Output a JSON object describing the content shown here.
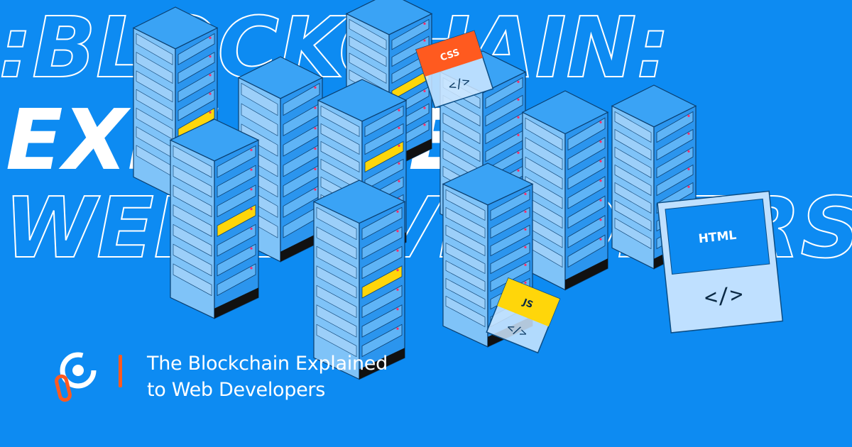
{
  "background": {
    "color": "#0d8bf2",
    "words": [
      ":BLOCKCHAIN:",
      "EXPLAINED",
      "WEB DEVELOPERS"
    ]
  },
  "cards": {
    "css": {
      "label": "CSS",
      "code": "</>",
      "color": "#ff5a1f"
    },
    "js": {
      "label": "JS",
      "code": "</>",
      "color": "#ffd60a"
    },
    "html": {
      "label": "HTML",
      "code": "</>",
      "color": "#0d8bf2"
    }
  },
  "caption": {
    "line1": "The Blockchain Explained",
    "line2": "to Web Developers"
  },
  "colors": {
    "accent": "#ff5a1f",
    "server_top": "#3aa3f5",
    "server_front": "#7fc3f8",
    "server_side": "#2b95ee",
    "highlight": "#ffd60a"
  }
}
